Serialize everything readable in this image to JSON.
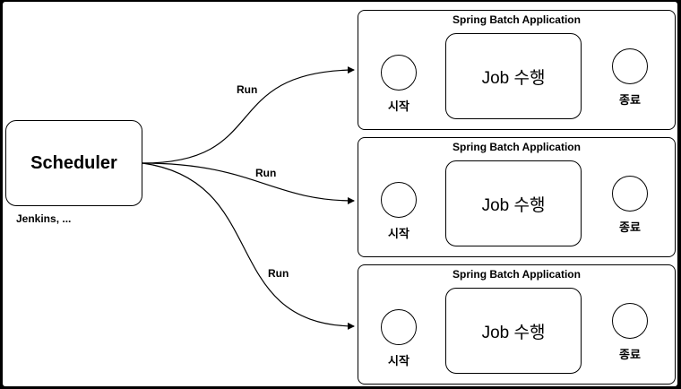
{
  "scheduler": {
    "label": "Scheduler",
    "note": "Jenkins, ..."
  },
  "run_labels": [
    "Run",
    "Run",
    "Run"
  ],
  "applications": [
    {
      "title": "Spring Batch Application",
      "start": "시작",
      "job": "Job 수행",
      "end": "종료"
    },
    {
      "title": "Spring Batch Application",
      "start": "시작",
      "job": "Job 수행",
      "end": "종료"
    },
    {
      "title": "Spring Batch Application",
      "start": "시작",
      "job": "Job 수행",
      "end": "종료"
    }
  ]
}
